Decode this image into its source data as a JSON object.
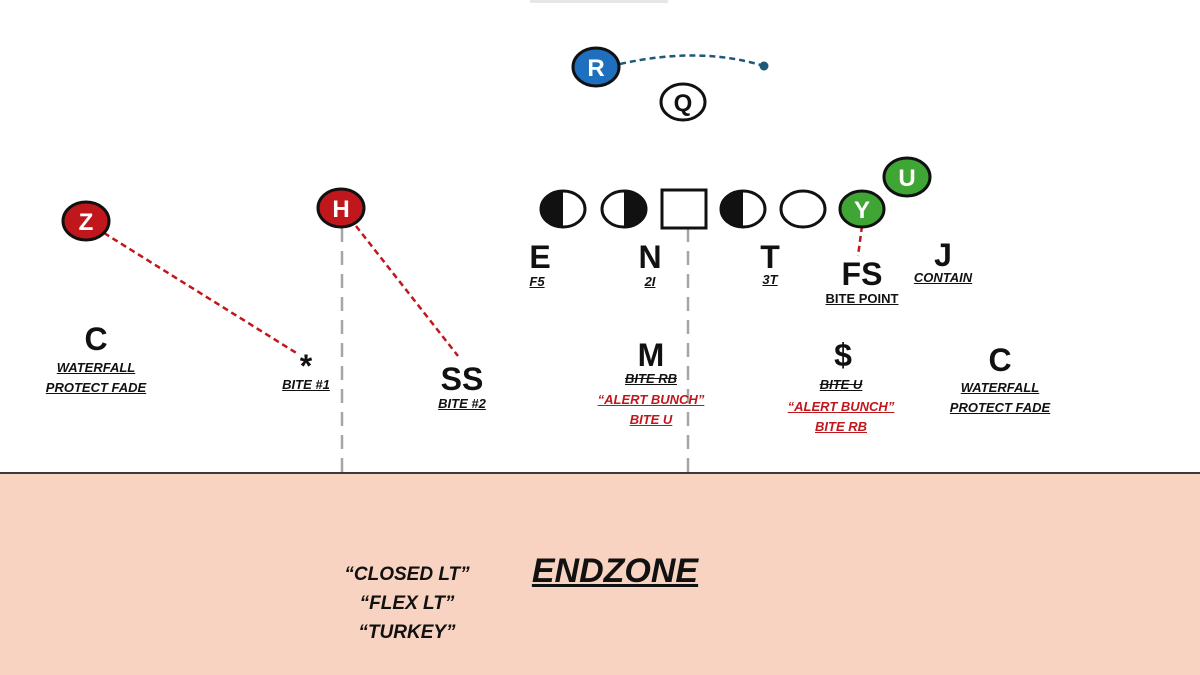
{
  "colors": {
    "receiver_red": "#c0171d",
    "runner_blue": "#1f6fbf",
    "tightend_green": "#3fa535",
    "route_red": "#c0171d",
    "motion_teal": "#1e5a78",
    "endzone_fill": "#f8d3c1",
    "note_red": "#c0171d"
  },
  "offense": {
    "r": "R",
    "q": "Q",
    "u": "U",
    "y": "Y",
    "z": "Z",
    "h": "H"
  },
  "front": {
    "e": {
      "label": "E",
      "tech": "F5"
    },
    "n": {
      "label": "N",
      "tech": "2I"
    },
    "t": {
      "label": "T",
      "tech": "3T"
    },
    "fs": {
      "label": "FS",
      "note": "BITE POINT"
    },
    "j": {
      "label": "J",
      "note": "CONTAIN"
    }
  },
  "coverage": {
    "c_left": {
      "label": "C",
      "note1": "WATERFALL",
      "note2": "PROTECT FADE"
    },
    "star": {
      "label": "*",
      "note": "BITE #1"
    },
    "ss": {
      "label": "SS",
      "note": "BITE #2"
    },
    "m": {
      "label": "M",
      "note_strike": "BITE RB",
      "alert": "“ALERT BUNCH”",
      "note2": "BITE U"
    },
    "dollar": {
      "label": "$",
      "note_strike": "BITE U",
      "alert": "“ALERT BUNCH”",
      "note2": "BITE RB"
    },
    "c_right": {
      "label": "C",
      "note1": "WATERFALL",
      "note2": "PROTECT FADE"
    }
  },
  "endzone": {
    "title": "ENDZONE",
    "calls": [
      "“CLOSED LT”",
      "“FLEX LT”",
      "“TURKEY”"
    ]
  }
}
